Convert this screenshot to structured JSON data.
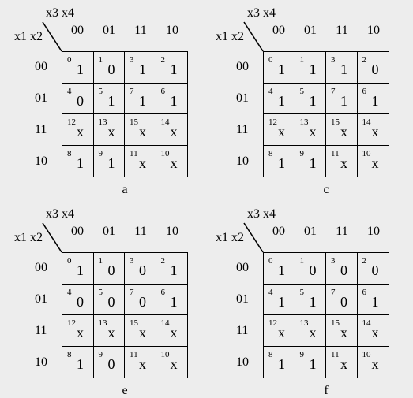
{
  "maps": [
    {
      "top_vars": "x3 x4",
      "left_vars": "x1 x2",
      "col_labels": [
        "00",
        "01",
        "11",
        "10"
      ],
      "row_labels": [
        "00",
        "01",
        "11",
        "10"
      ],
      "caption": "a",
      "cells": [
        [
          {
            "idx": "0",
            "val": "1"
          },
          {
            "idx": "1",
            "val": "0"
          },
          {
            "idx": "3",
            "val": "1"
          },
          {
            "idx": "2",
            "val": "1"
          }
        ],
        [
          {
            "idx": "4",
            "val": "0"
          },
          {
            "idx": "5",
            "val": "1"
          },
          {
            "idx": "7",
            "val": "1"
          },
          {
            "idx": "6",
            "val": "1"
          }
        ],
        [
          {
            "idx": "12",
            "val": "x"
          },
          {
            "idx": "13",
            "val": "x"
          },
          {
            "idx": "15",
            "val": "x"
          },
          {
            "idx": "14",
            "val": "x"
          }
        ],
        [
          {
            "idx": "8",
            "val": "1"
          },
          {
            "idx": "9",
            "val": "1"
          },
          {
            "idx": "11",
            "val": "x"
          },
          {
            "idx": "10",
            "val": "x"
          }
        ]
      ]
    },
    {
      "top_vars": "x3 x4",
      "left_vars": "x1 x2",
      "col_labels": [
        "00",
        "01",
        "11",
        "10"
      ],
      "row_labels": [
        "00",
        "01",
        "11",
        "10"
      ],
      "caption": "c",
      "cells": [
        [
          {
            "idx": "0",
            "val": "1"
          },
          {
            "idx": "1",
            "val": "1"
          },
          {
            "idx": "3",
            "val": "1"
          },
          {
            "idx": "2",
            "val": "0"
          }
        ],
        [
          {
            "idx": "4",
            "val": "1"
          },
          {
            "idx": "5",
            "val": "1"
          },
          {
            "idx": "7",
            "val": "1"
          },
          {
            "idx": "6",
            "val": "1"
          }
        ],
        [
          {
            "idx": "12",
            "val": "x"
          },
          {
            "idx": "13",
            "val": "x"
          },
          {
            "idx": "15",
            "val": "x"
          },
          {
            "idx": "14",
            "val": "x"
          }
        ],
        [
          {
            "idx": "8",
            "val": "1"
          },
          {
            "idx": "9",
            "val": "1"
          },
          {
            "idx": "11",
            "val": "x"
          },
          {
            "idx": "10",
            "val": "x"
          }
        ]
      ]
    },
    {
      "top_vars": "x3 x4",
      "left_vars": "x1 x2",
      "col_labels": [
        "00",
        "01",
        "11",
        "10"
      ],
      "row_labels": [
        "00",
        "01",
        "11",
        "10"
      ],
      "caption": "e",
      "cells": [
        [
          {
            "idx": "0",
            "val": "1"
          },
          {
            "idx": "1",
            "val": "0"
          },
          {
            "idx": "3",
            "val": "0"
          },
          {
            "idx": "2",
            "val": "1"
          }
        ],
        [
          {
            "idx": "4",
            "val": "0"
          },
          {
            "idx": "5",
            "val": "0"
          },
          {
            "idx": "7",
            "val": "0"
          },
          {
            "idx": "6",
            "val": "1"
          }
        ],
        [
          {
            "idx": "12",
            "val": "x"
          },
          {
            "idx": "13",
            "val": "x"
          },
          {
            "idx": "15",
            "val": "x"
          },
          {
            "idx": "14",
            "val": "x"
          }
        ],
        [
          {
            "idx": "8",
            "val": "1"
          },
          {
            "idx": "9",
            "val": "0"
          },
          {
            "idx": "11",
            "val": "x"
          },
          {
            "idx": "10",
            "val": "x"
          }
        ]
      ]
    },
    {
      "top_vars": "x3 x4",
      "left_vars": "x1 x2",
      "col_labels": [
        "00",
        "01",
        "11",
        "10"
      ],
      "row_labels": [
        "00",
        "01",
        "11",
        "10"
      ],
      "caption": "f",
      "cells": [
        [
          {
            "idx": "0",
            "val": "1"
          },
          {
            "idx": "1",
            "val": "0"
          },
          {
            "idx": "3",
            "val": "0"
          },
          {
            "idx": "2",
            "val": "0"
          }
        ],
        [
          {
            "idx": "4",
            "val": "1"
          },
          {
            "idx": "5",
            "val": "1"
          },
          {
            "idx": "7",
            "val": "0"
          },
          {
            "idx": "6",
            "val": "1"
          }
        ],
        [
          {
            "idx": "12",
            "val": "x"
          },
          {
            "idx": "13",
            "val": "x"
          },
          {
            "idx": "15",
            "val": "x"
          },
          {
            "idx": "14",
            "val": "x"
          }
        ],
        [
          {
            "idx": "8",
            "val": "1"
          },
          {
            "idx": "9",
            "val": "1"
          },
          {
            "idx": "11",
            "val": "x"
          },
          {
            "idx": "10",
            "val": "x"
          }
        ]
      ]
    }
  ]
}
